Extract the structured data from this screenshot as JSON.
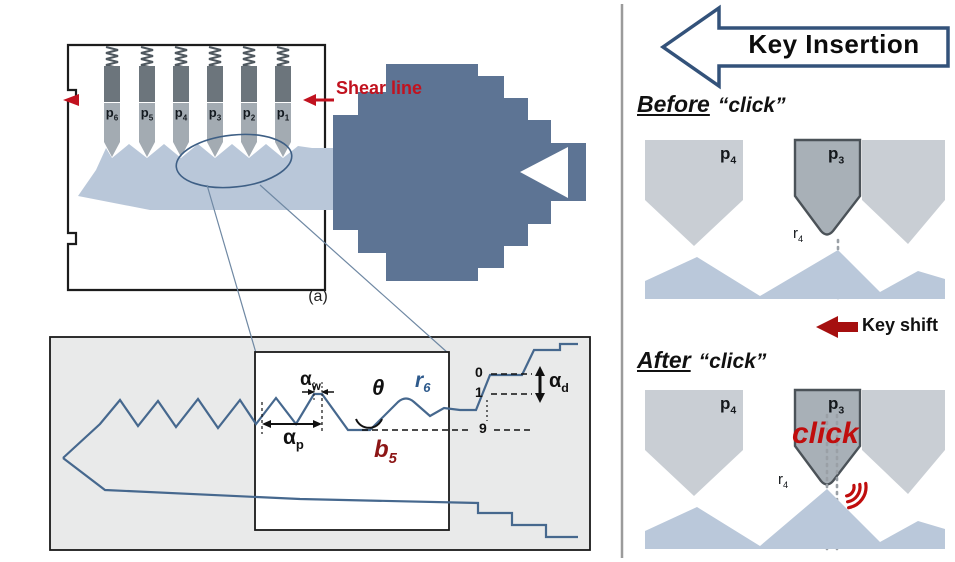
{
  "figure": {
    "caption_a": "(a)"
  },
  "lock": {
    "shear_line_label": "Shear line",
    "pin_labels": [
      {
        "base": "p",
        "sub": "6"
      },
      {
        "base": "p",
        "sub": "5"
      },
      {
        "base": "p",
        "sub": "4"
      },
      {
        "base": "p",
        "sub": "3"
      },
      {
        "base": "p",
        "sub": "2"
      },
      {
        "base": "p",
        "sub": "1"
      }
    ]
  },
  "zoom_panel": {
    "alpha_w": {
      "base": "α",
      "sub": "w"
    },
    "theta": "θ",
    "r6": {
      "base": "r",
      "sub": "6"
    },
    "alpha_p": {
      "base": "α",
      "sub": "p"
    },
    "b5": {
      "base": "b",
      "sub": "5"
    },
    "depth_marks": {
      "d0": "0",
      "d1": "1",
      "d9": "9"
    },
    "alpha_d": {
      "base": "α",
      "sub": "d"
    }
  },
  "right_panel": {
    "title": "Key Insertion",
    "before_heading": {
      "word": "Before",
      "quote": "“click”"
    },
    "after_heading": {
      "word": "After",
      "quote": "“click”"
    },
    "key_shift_label": "Key shift",
    "click_label": "click",
    "before": {
      "p4": {
        "base": "p",
        "sub": "4"
      },
      "p3": {
        "base": "p",
        "sub": "3"
      },
      "r4": {
        "base": "r",
        "sub": "4"
      }
    },
    "after": {
      "p4": {
        "base": "p",
        "sub": "4"
      },
      "p3": {
        "base": "p",
        "sub": "3"
      },
      "r4": {
        "base": "r",
        "sub": "4"
      }
    }
  },
  "colors": {
    "shear_red": "#c1121f",
    "click_red": "#c00d0d",
    "key_shift_red": "#a50f0f",
    "bow_blue": "#5d7494",
    "blade_blue": "#b9c7d9",
    "profile_blue": "#46688e",
    "r6_blue": "#2e5a8c",
    "b5_red": "#8c1616"
  }
}
